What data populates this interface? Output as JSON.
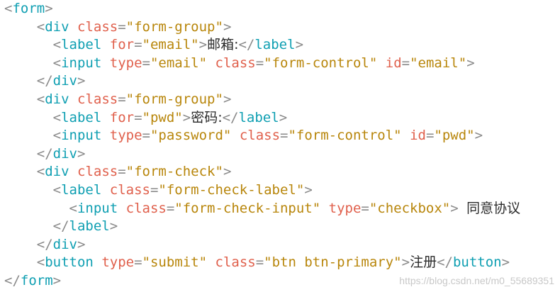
{
  "code": {
    "lines": [
      {
        "indent": 0,
        "tokens": [
          [
            "punct",
            "<"
          ],
          [
            "tag",
            "form"
          ],
          [
            "punct",
            ">"
          ]
        ]
      },
      {
        "indent": 2,
        "tokens": [
          [
            "punct",
            "<"
          ],
          [
            "tag",
            "div"
          ],
          [
            "sp",
            " "
          ],
          [
            "attr",
            "class"
          ],
          [
            "punct",
            "="
          ],
          [
            "str",
            "\"form-group\""
          ],
          [
            "punct",
            ">"
          ]
        ]
      },
      {
        "indent": 3,
        "tokens": [
          [
            "punct",
            "<"
          ],
          [
            "tag",
            "label"
          ],
          [
            "sp",
            " "
          ],
          [
            "attr",
            "for"
          ],
          [
            "punct",
            "="
          ],
          [
            "str",
            "\"email\""
          ],
          [
            "punct",
            ">"
          ],
          [
            "txt",
            "邮箱:"
          ],
          [
            "punct",
            "</"
          ],
          [
            "tag",
            "label"
          ],
          [
            "punct",
            ">"
          ]
        ]
      },
      {
        "indent": 3,
        "tokens": [
          [
            "punct",
            "<"
          ],
          [
            "tag",
            "input"
          ],
          [
            "sp",
            " "
          ],
          [
            "attr",
            "type"
          ],
          [
            "punct",
            "="
          ],
          [
            "str",
            "\"email\""
          ],
          [
            "sp",
            " "
          ],
          [
            "attr",
            "class"
          ],
          [
            "punct",
            "="
          ],
          [
            "str",
            "\"form-control\""
          ],
          [
            "sp",
            " "
          ],
          [
            "attr",
            "id"
          ],
          [
            "punct",
            "="
          ],
          [
            "str",
            "\"email\""
          ],
          [
            "punct",
            ">"
          ]
        ]
      },
      {
        "indent": 2,
        "tokens": [
          [
            "punct",
            "</"
          ],
          [
            "tag",
            "div"
          ],
          [
            "punct",
            ">"
          ]
        ]
      },
      {
        "indent": 2,
        "tokens": [
          [
            "punct",
            "<"
          ],
          [
            "tag",
            "div"
          ],
          [
            "sp",
            " "
          ],
          [
            "attr",
            "class"
          ],
          [
            "punct",
            "="
          ],
          [
            "str",
            "\"form-group\""
          ],
          [
            "punct",
            ">"
          ]
        ]
      },
      {
        "indent": 3,
        "tokens": [
          [
            "punct",
            "<"
          ],
          [
            "tag",
            "label"
          ],
          [
            "sp",
            " "
          ],
          [
            "attr",
            "for"
          ],
          [
            "punct",
            "="
          ],
          [
            "str",
            "\"pwd\""
          ],
          [
            "punct",
            ">"
          ],
          [
            "txt",
            "密码:"
          ],
          [
            "punct",
            "</"
          ],
          [
            "tag",
            "label"
          ],
          [
            "punct",
            ">"
          ]
        ]
      },
      {
        "indent": 3,
        "tokens": [
          [
            "punct",
            "<"
          ],
          [
            "tag",
            "input"
          ],
          [
            "sp",
            " "
          ],
          [
            "attr",
            "type"
          ],
          [
            "punct",
            "="
          ],
          [
            "str",
            "\"password\""
          ],
          [
            "sp",
            " "
          ],
          [
            "attr",
            "class"
          ],
          [
            "punct",
            "="
          ],
          [
            "str",
            "\"form-control\""
          ],
          [
            "sp",
            " "
          ],
          [
            "attr",
            "id"
          ],
          [
            "punct",
            "="
          ],
          [
            "str",
            "\"pwd\""
          ],
          [
            "punct",
            ">"
          ]
        ]
      },
      {
        "indent": 2,
        "tokens": [
          [
            "punct",
            "</"
          ],
          [
            "tag",
            "div"
          ],
          [
            "punct",
            ">"
          ]
        ]
      },
      {
        "indent": 2,
        "tokens": [
          [
            "punct",
            "<"
          ],
          [
            "tag",
            "div"
          ],
          [
            "sp",
            " "
          ],
          [
            "attr",
            "class"
          ],
          [
            "punct",
            "="
          ],
          [
            "str",
            "\"form-check\""
          ],
          [
            "punct",
            ">"
          ]
        ]
      },
      {
        "indent": 3,
        "tokens": [
          [
            "punct",
            "<"
          ],
          [
            "tag",
            "label"
          ],
          [
            "sp",
            " "
          ],
          [
            "attr",
            "class"
          ],
          [
            "punct",
            "="
          ],
          [
            "str",
            "\"form-check-label\""
          ],
          [
            "punct",
            ">"
          ]
        ]
      },
      {
        "indent": 4,
        "tokens": [
          [
            "punct",
            "<"
          ],
          [
            "tag",
            "input"
          ],
          [
            "sp",
            " "
          ],
          [
            "attr",
            "class"
          ],
          [
            "punct",
            "="
          ],
          [
            "str",
            "\"form-check-input\""
          ],
          [
            "sp",
            " "
          ],
          [
            "attr",
            "type"
          ],
          [
            "punct",
            "="
          ],
          [
            "str",
            "\"checkbox\""
          ],
          [
            "punct",
            ">"
          ],
          [
            "sp",
            " "
          ],
          [
            "txt",
            "同意协议"
          ]
        ]
      },
      {
        "indent": 3,
        "tokens": [
          [
            "punct",
            "</"
          ],
          [
            "tag",
            "label"
          ],
          [
            "punct",
            ">"
          ]
        ]
      },
      {
        "indent": 2,
        "tokens": [
          [
            "punct",
            "</"
          ],
          [
            "tag",
            "div"
          ],
          [
            "punct",
            ">"
          ]
        ]
      },
      {
        "indent": 2,
        "tokens": [
          [
            "punct",
            "<"
          ],
          [
            "tag",
            "button"
          ],
          [
            "sp",
            " "
          ],
          [
            "attr",
            "type"
          ],
          [
            "punct",
            "="
          ],
          [
            "str",
            "\"submit\""
          ],
          [
            "sp",
            " "
          ],
          [
            "attr",
            "class"
          ],
          [
            "punct",
            "="
          ],
          [
            "str",
            "\"btn btn-primary\""
          ],
          [
            "punct",
            ">"
          ],
          [
            "txt",
            "注册"
          ],
          [
            "punct",
            "</"
          ],
          [
            "tag",
            "button"
          ],
          [
            "punct",
            ">"
          ]
        ]
      },
      {
        "indent": 0,
        "tokens": [
          [
            "punct",
            "</"
          ],
          [
            "tag",
            "form"
          ],
          [
            "punct",
            ">"
          ]
        ]
      }
    ]
  },
  "watermark": "https://blog.csdn.net/m0_55689351"
}
